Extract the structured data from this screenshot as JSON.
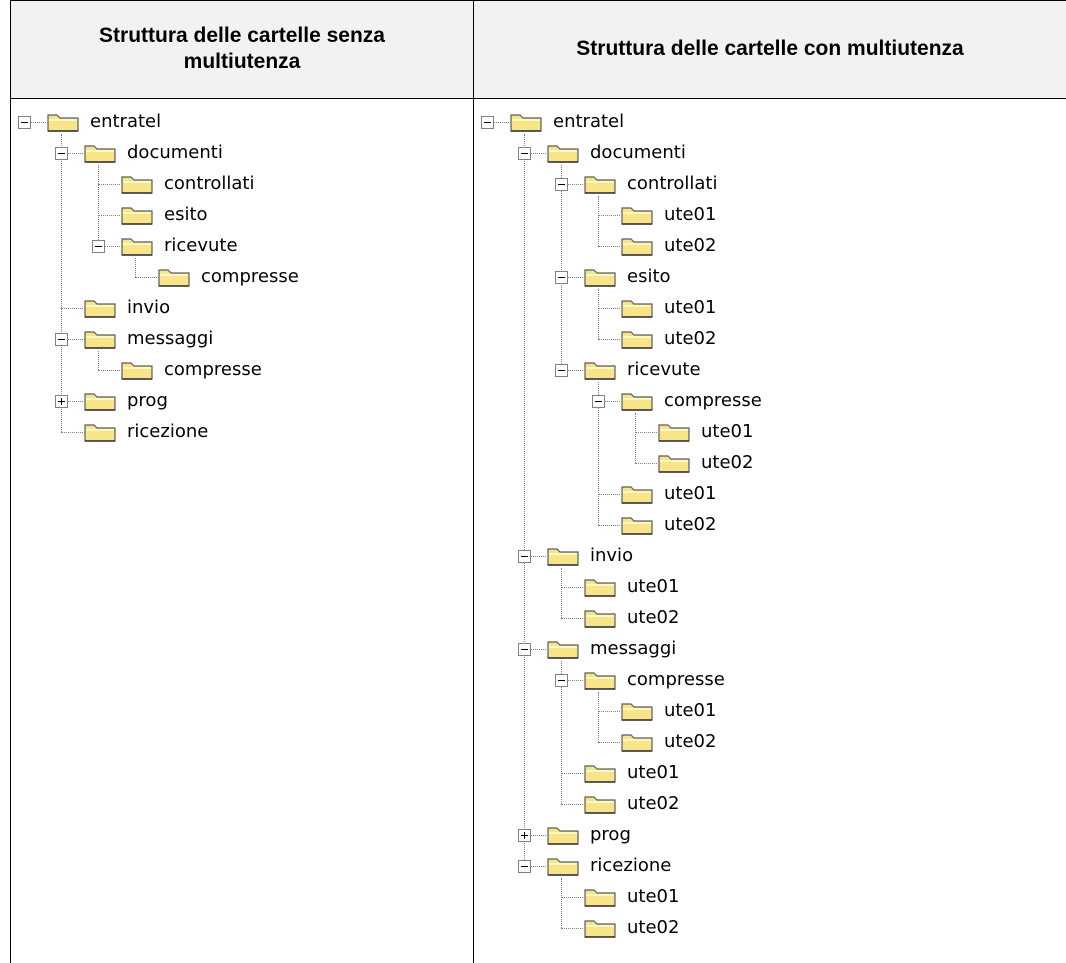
{
  "headers": {
    "left": "Struttura delle cartelle senza multiutenza",
    "right": "Struttura delle cartelle con multiutenza"
  },
  "colors": {
    "header_bg": "#f2f2f2",
    "folder_fill": "#f8e58a",
    "folder_stroke": "#5c5c5c",
    "tree_line": "#808080"
  },
  "trees": {
    "left": {
      "label": "entratel",
      "state": "expanded",
      "children": [
        {
          "label": "documenti",
          "state": "expanded",
          "children": [
            {
              "label": "controllati"
            },
            {
              "label": "esito"
            },
            {
              "label": "ricevute",
              "state": "expanded",
              "children": [
                {
                  "label": "compresse"
                }
              ]
            }
          ]
        },
        {
          "label": "invio"
        },
        {
          "label": "messaggi",
          "state": "expanded",
          "children": [
            {
              "label": "compresse"
            }
          ]
        },
        {
          "label": "prog",
          "state": "collapsed"
        },
        {
          "label": "ricezione"
        }
      ]
    },
    "right": {
      "label": "entratel",
      "state": "expanded",
      "children": [
        {
          "label": "documenti",
          "state": "expanded",
          "children": [
            {
              "label": "controllati",
              "state": "expanded",
              "children": [
                {
                  "label": "ute01"
                },
                {
                  "label": "ute02"
                }
              ]
            },
            {
              "label": "esito",
              "state": "expanded",
              "children": [
                {
                  "label": "ute01"
                },
                {
                  "label": "ute02"
                }
              ]
            },
            {
              "label": "ricevute",
              "state": "expanded",
              "children": [
                {
                  "label": "compresse",
                  "state": "expanded",
                  "children": [
                    {
                      "label": "ute01"
                    },
                    {
                      "label": "ute02"
                    }
                  ]
                },
                {
                  "label": "ute01"
                },
                {
                  "label": "ute02"
                }
              ]
            }
          ]
        },
        {
          "label": "invio",
          "state": "expanded",
          "children": [
            {
              "label": "ute01"
            },
            {
              "label": "ute02"
            }
          ]
        },
        {
          "label": "messaggi",
          "state": "expanded",
          "children": [
            {
              "label": "compresse",
              "state": "expanded",
              "children": [
                {
                  "label": "ute01"
                },
                {
                  "label": "ute02"
                }
              ]
            },
            {
              "label": "ute01"
            },
            {
              "label": "ute02"
            }
          ]
        },
        {
          "label": "prog",
          "state": "collapsed"
        },
        {
          "label": "ricezione",
          "state": "expanded",
          "children": [
            {
              "label": "ute01"
            },
            {
              "label": "ute02"
            }
          ]
        }
      ]
    }
  }
}
